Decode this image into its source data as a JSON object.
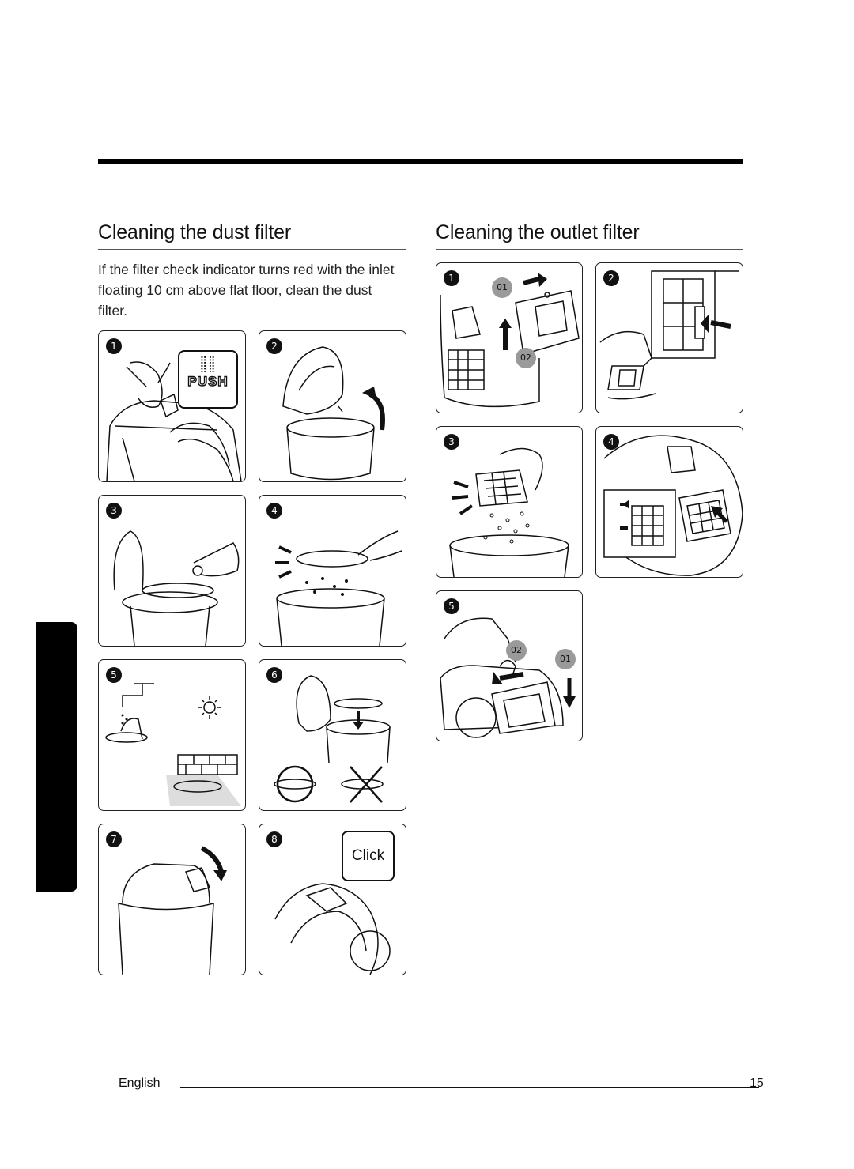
{
  "dust_section": {
    "title": "Cleaning the dust filter",
    "intro": "If the filter check indicator turns red with the inlet floating 10 cm above flat floor, clean the dust filter.",
    "steps": [
      {
        "number": "1",
        "callout": "PUSH",
        "icon": "dust-bin-release-illustration"
      },
      {
        "number": "2",
        "icon": "open-lid-illustration"
      },
      {
        "number": "3",
        "icon": "remove-filter-illustration"
      },
      {
        "number": "4",
        "icon": "tap-filter-illustration"
      },
      {
        "number": "5",
        "icon": "wash-and-dry-illustration"
      },
      {
        "number": "6",
        "icon": "reinsert-filter-illustration"
      },
      {
        "number": "7",
        "icon": "close-lid-illustration"
      },
      {
        "number": "8",
        "callout": "Click",
        "icon": "reattach-bin-illustration"
      }
    ]
  },
  "outlet_section": {
    "title": "Cleaning the outlet filter",
    "steps": [
      {
        "number": "1",
        "labels": [
          "01",
          "02"
        ],
        "icon": "open-outlet-cover-illustration"
      },
      {
        "number": "2",
        "icon": "pull-outlet-filter-illustration"
      },
      {
        "number": "3",
        "icon": "tap-outlet-filter-illustration"
      },
      {
        "number": "4",
        "icon": "reinsert-outlet-filter-illustration"
      },
      {
        "number": "5",
        "labels": [
          "02",
          "01"
        ],
        "icon": "close-outlet-cover-illustration"
      }
    ]
  },
  "footer": {
    "language": "English",
    "page_number": "15"
  },
  "colors": {
    "ink": "#111111",
    "label_grey": "#9a9a9a",
    "side_tab": "#000000"
  }
}
